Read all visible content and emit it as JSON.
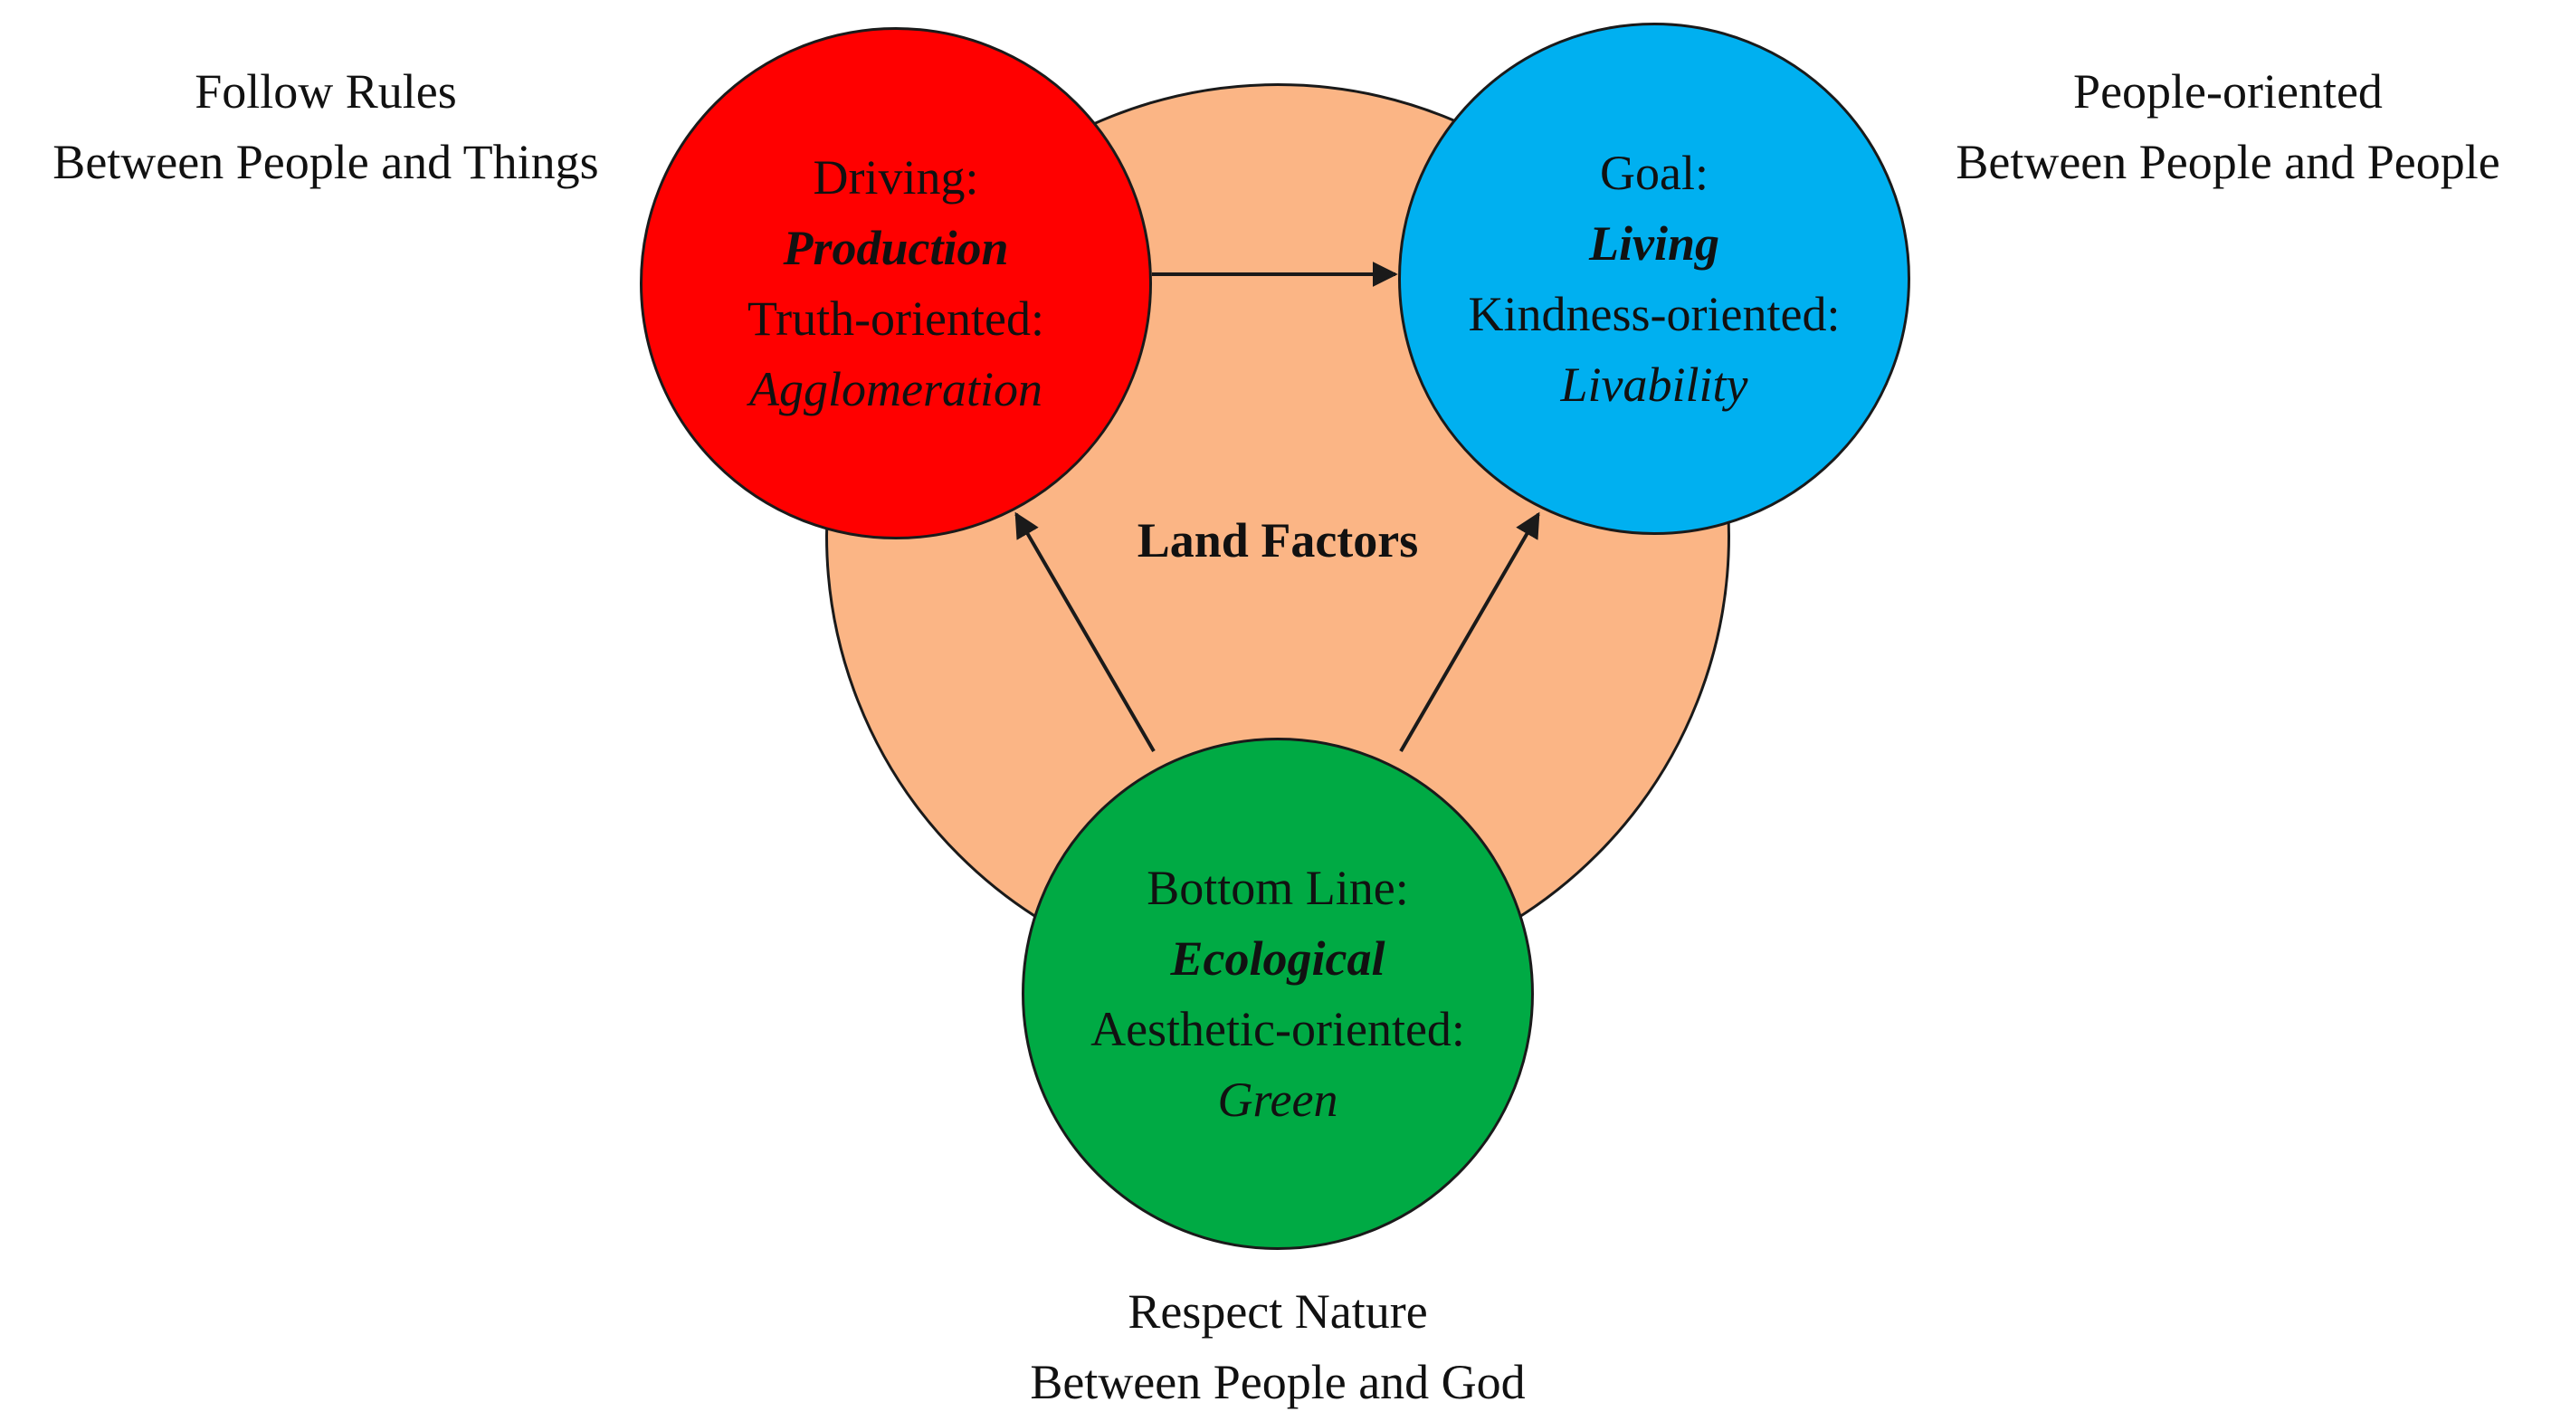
{
  "colors": {
    "land": "#fbb585",
    "production": "#ff0000",
    "living": "#00b0f0",
    "ecological": "#00aa44",
    "stroke": "#1a1a1a"
  },
  "center_label": "Land Factors",
  "production": {
    "line1": "Driving:",
    "line2": "Production",
    "line3": "Truth-oriented:",
    "line4": "Agglomeration"
  },
  "living": {
    "line1": "Goal:",
    "line2": "Living",
    "line3": "Kindness-oriented:",
    "line4": "Livability"
  },
  "ecological": {
    "line1": "Bottom Line:",
    "line2": "Ecological",
    "line3": "Aesthetic-oriented:",
    "line4": "Green"
  },
  "labels": {
    "top_left": {
      "line1": "Follow Rules",
      "line2": "Between People and Things"
    },
    "top_right": {
      "line1": "People-oriented",
      "line2": "Between People and People"
    },
    "bottom": {
      "line1": "Respect Nature",
      "line2": "Between People and God"
    }
  }
}
